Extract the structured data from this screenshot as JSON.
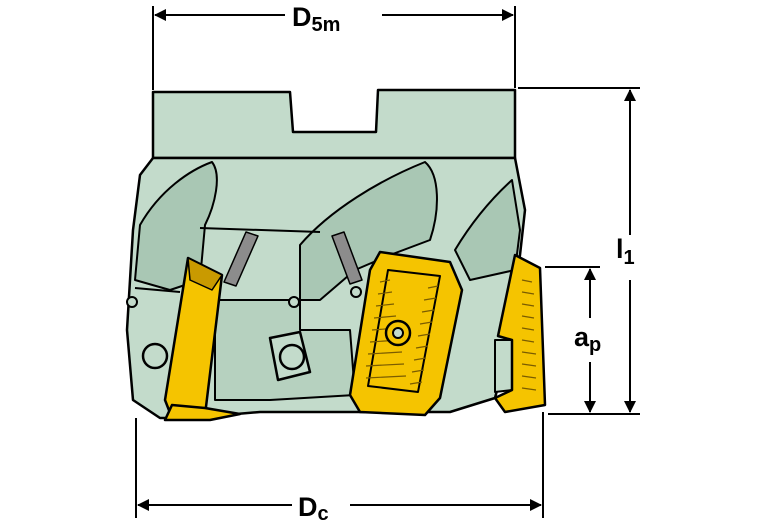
{
  "colors": {
    "body": "#c3dbcb",
    "body_shadow": "#9fbfab",
    "insert": "#f5c400",
    "insert_dark": "#c99a00",
    "outline": "#000000",
    "chip_groove": "#8c8c8c"
  },
  "labels": {
    "d5m": {
      "main": "D",
      "sub": "5m"
    },
    "dc": {
      "main": "D",
      "sub": "c"
    },
    "l1": {
      "main": "l",
      "sub": "1"
    },
    "ap": {
      "main": "a",
      "sub": "p"
    }
  }
}
